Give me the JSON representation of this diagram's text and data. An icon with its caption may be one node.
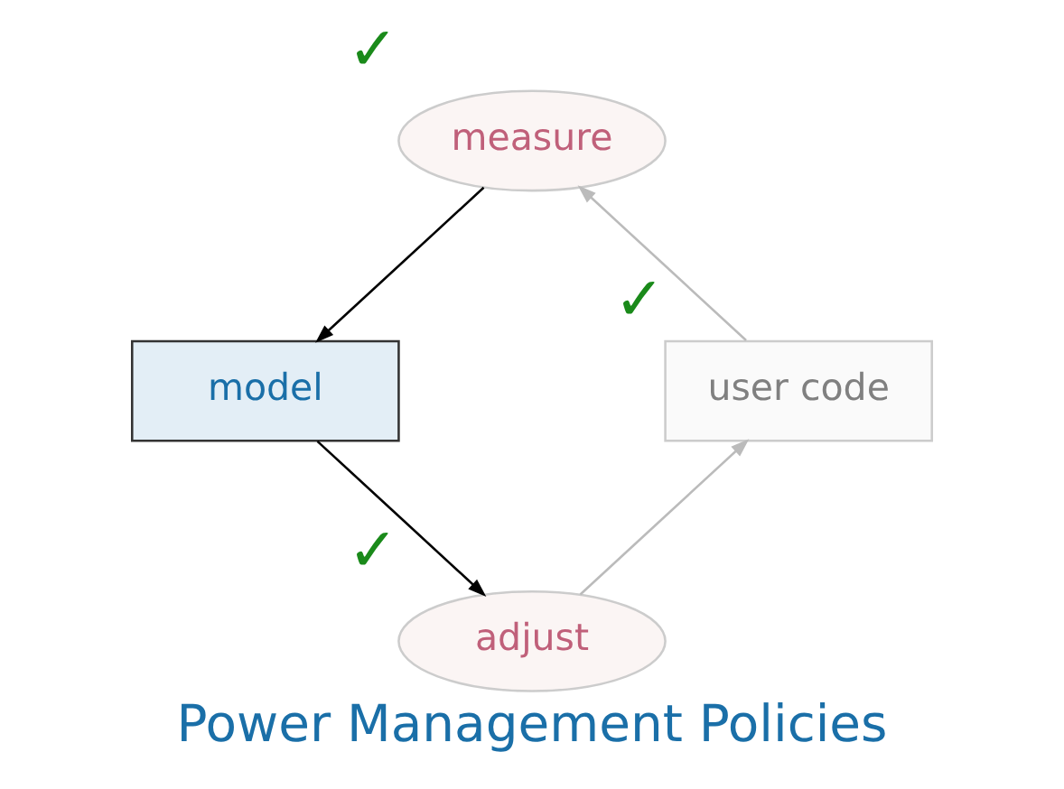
{
  "diagram": {
    "title": "Power Management Policies",
    "nodes": [
      {
        "text": [
          "measure"
        ],
        "beside": [
          "✓"
        ]
      },
      {
        "text": [
          "model"
        ]
      },
      {
        "text": [
          "adjust"
        ],
        "beside": [
          "✓"
        ]
      },
      {
        "text": [
          "user code"
        ],
        "beside": [
          "✓"
        ]
      }
    ],
    "edges": [
      {
        "from": 0,
        "to": 1,
        "arrow": "to"
      },
      {
        "from": 1,
        "to": 2,
        "arrow": "to"
      },
      {
        "from": 2,
        "to": 3,
        "arrow": "to",
        "color": "#bbbbbb"
      },
      {
        "from": 3,
        "to": 0,
        "arrow": "to",
        "color": "#bbbbbb"
      }
    ]
  }
}
